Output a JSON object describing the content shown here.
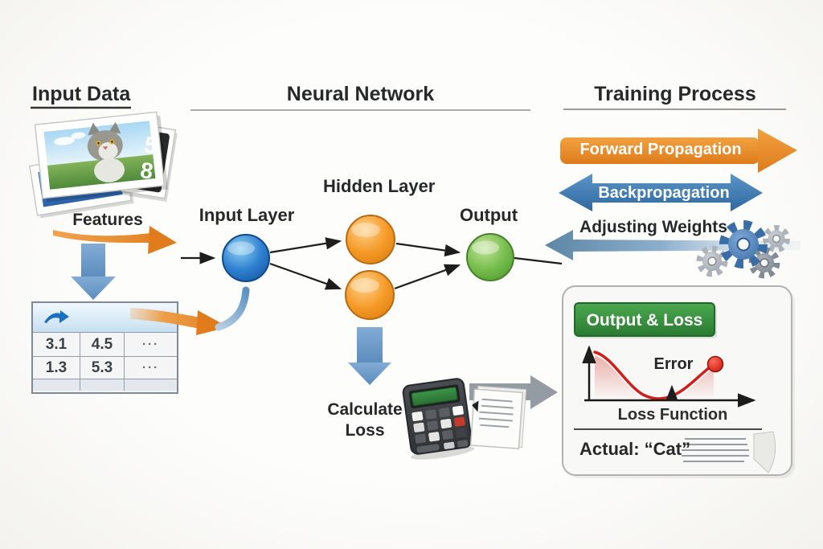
{
  "titles": {
    "input_data": "Input Data",
    "neural_network": "Neural Network",
    "training_process": "Training Process"
  },
  "input_data": {
    "card_digits": {
      "top": "5",
      "bottom": "8"
    },
    "features_label": "Features",
    "table": {
      "rows": [
        [
          "3.1",
          "4.5",
          "···"
        ],
        [
          "1.3",
          "5.3",
          "···"
        ]
      ]
    }
  },
  "network": {
    "input_layer": "Input Layer",
    "hidden_layer": "Hidden Layer",
    "output": "Output",
    "calculate_loss_line1": "Calculate",
    "calculate_loss_line2": "Loss"
  },
  "training": {
    "forward": "Forward Propagation",
    "backprop": "Backpropagation",
    "adjusting": "Adjusting Weights",
    "panel": {
      "badge": "Output & Loss",
      "error": "Error",
      "loss_function": "Loss Function",
      "actual": "Actual: “Cat”"
    }
  },
  "colors": {
    "forward_orange": "#E8872B",
    "backprop_blue": "#3F7DB8",
    "badge_green": "#2E8536",
    "node_blue": "#2E7FD0",
    "node_orange": "#F59A28",
    "node_green": "#76BD4D",
    "error_red": "#CE1F1A"
  }
}
